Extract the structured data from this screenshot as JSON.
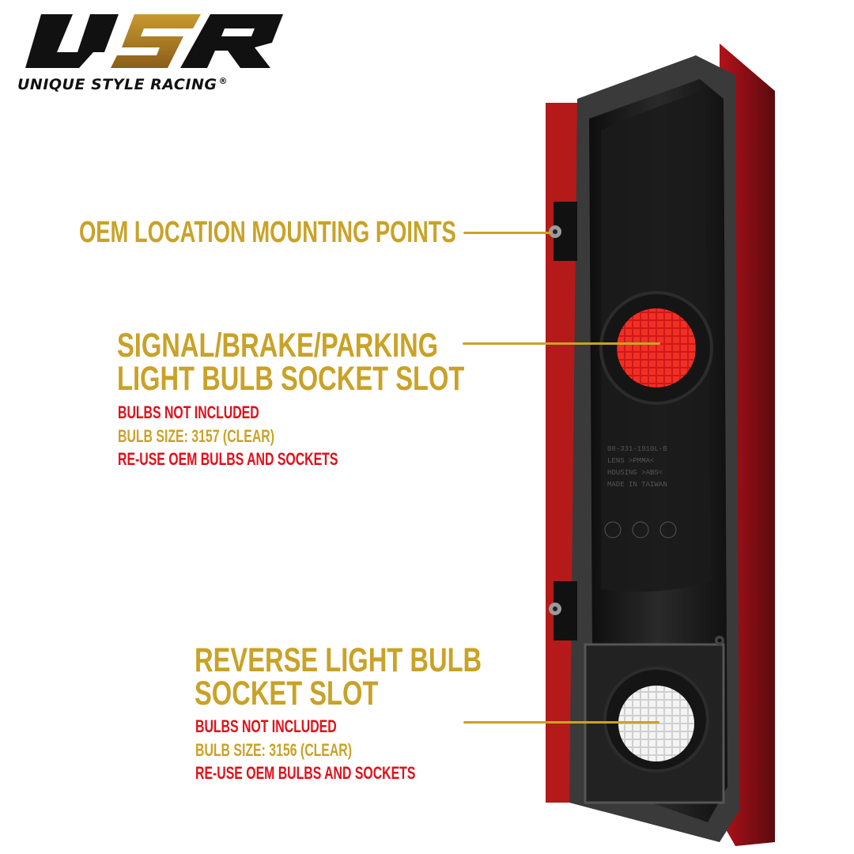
{
  "brand": {
    "logo_mark": "USR",
    "logo_name": "UNIQUE STYLE RACING",
    "registered_symbol": "®",
    "colors": {
      "black": "#111111",
      "gold": "#b8862a"
    }
  },
  "callouts": [
    {
      "title_lines": [
        "OEM LOCATION MOUNTING POINTS"
      ],
      "notes": []
    },
    {
      "title_lines": [
        "SIGNAL/BRAKE/PARKING",
        "LIGHT BULB SOCKET SLOT"
      ],
      "notes": [
        {
          "text": "BULBS NOT INCLUDED",
          "color": "red"
        },
        {
          "text": "BULB SIZE: 3157  (CLEAR)",
          "color": "gold"
        },
        {
          "text": "RE-USE OEM BULBS AND SOCKETS",
          "color": "red"
        }
      ]
    },
    {
      "title_lines": [
        "REVERSE LIGHT BULB",
        "SOCKET SLOT"
      ],
      "notes": [
        {
          "text": "BULBS NOT INCLUDED",
          "color": "red"
        },
        {
          "text": "BULB SIZE: 3156  (CLEAR)",
          "color": "gold"
        },
        {
          "text": "RE-USE OEM BULBS AND SOCKETS",
          "color": "red"
        }
      ]
    }
  ],
  "product_markings": {
    "lines": [
      "08-331-1910L-B",
      "LENS  >PMMA<",
      "HOUSING >ABS<",
      "MADE IN TAIWAN"
    ]
  },
  "colors": {
    "callout_gold": "#c9a227",
    "warning_red": "#e0101a",
    "housing_black": "#1a1a1a",
    "lens_red": "#8a0f14"
  }
}
